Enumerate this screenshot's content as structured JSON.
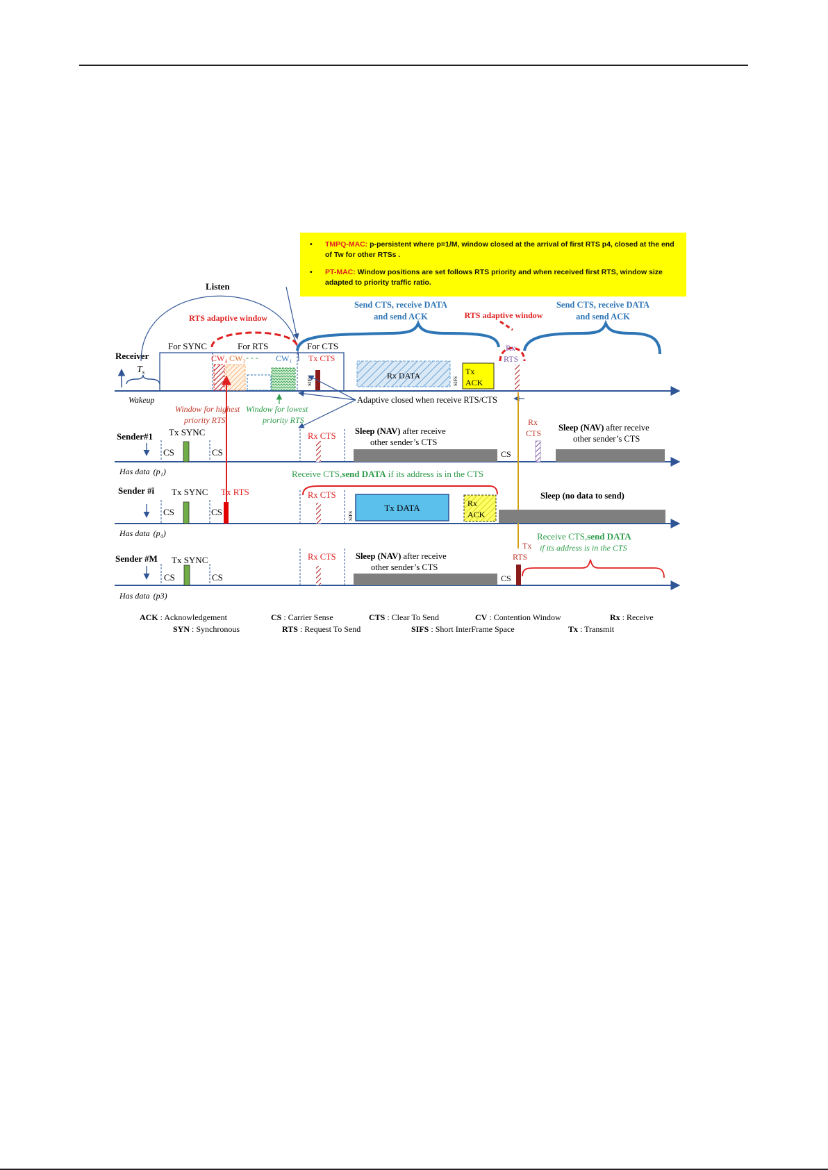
{
  "callout": {
    "bullet": "•",
    "item1_label": "TMPQ-MAC:",
    "item1_text": " p-persistent where  p=1/M, window closed at the arrival of first RTS p4, closed at the end of  Tw for other RTSs .",
    "item2_label": "PT-MAC:",
    "item2_text": " Window positions are set follows RTS priority and when received first RTS, window size adapted to priority traffic ratio."
  },
  "receiver": {
    "label": "Receiver",
    "t_symbol": "T",
    "t_sub": "s",
    "wakeup": "Wakeup",
    "listen": "Listen",
    "rts_adaptive_1": "RTS adaptive window",
    "rts_adaptive_2": "RTS adaptive window",
    "for_sync": "For  SYNC",
    "for_rts": "For  RTS",
    "for_cts": "For  CTS",
    "cw4": "CW₄",
    "cw3": "CW₃",
    "cw_dots": "- - -",
    "cw1": "CW₁",
    "tx_cts": "Tx CTS",
    "rx_data": "Rx DATA",
    "tx_ack_1": "Tx",
    "tx_ack_2": "ACK",
    "sifs": "SIFS",
    "rx_rts_1": "Rx",
    "rx_rts_2": "RTS",
    "send_cts_1a": "Send CTS, receive DATA",
    "send_cts_1b": "and send ACK",
    "send_cts_2a": "Send CTS, receive DATA",
    "send_cts_2b": "and send ACK",
    "win_highest_1": "Window for highest",
    "win_highest_2": "priority RTS",
    "win_lowest_1": "Window for lowest",
    "win_lowest_2": "priority RTS",
    "adaptive_closed": "Adaptive closed when receive RTS/CTS"
  },
  "sender1": {
    "label": "Sender#1",
    "tx_sync": "Tx SYNC",
    "cs": "CS",
    "rx_cts": "Rx CTS",
    "sleep_a": "Sleep (NAV)",
    "sleep_b": " after receive",
    "sleep_c": "other sender’s CTS",
    "rx_cts2_1": "Rx",
    "rx_cts2_2": "CTS",
    "has_data": "Has data",
    "p": "(p₁)"
  },
  "senderi": {
    "label": "Sender #i",
    "tx_sync": "Tx SYNC",
    "tx_rts": "Tx RTS",
    "cs": "CS",
    "rx_cts": "Rx CTS",
    "tx_data": "Tx DATA",
    "rx_ack_1": "Rx",
    "rx_ack_2": "ACK",
    "sleep": "Sleep (no data to send)",
    "recv_a": "Receive CTS,",
    "recv_b": "send DATA",
    "recv_c": " if its address is in the CTS",
    "has_data": "Has data",
    "p": "(p₄)"
  },
  "senderM": {
    "label": "Sender #M",
    "tx_sync": "Tx SYNC",
    "cs": "CS",
    "rx_cts": "Rx CTS",
    "sleep_a": "Sleep (NAV)",
    "sleep_b": " after receive",
    "sleep_c": "other sender’s CTS",
    "tx_rts_1": "Tx",
    "tx_rts_2": "RTS",
    "recv_a": "Receive CTS,",
    "recv_b": "send DATA",
    "recv_c": "if its address is in the CTS",
    "has_data": "Has data",
    "p": "(p3)"
  },
  "legend": {
    "row1": [
      {
        "abbr": "ACK",
        "desc": " : Acknowledgement"
      },
      {
        "abbr": "CS",
        "desc": " : Carrier Sense"
      },
      {
        "abbr": "CTS",
        "desc": " : Clear To Send"
      },
      {
        "abbr": "CV",
        "desc": " : Contention Window"
      },
      {
        "abbr": "Rx",
        "desc": " : Receive"
      }
    ],
    "row2": [
      {
        "abbr": "SYN",
        "desc": " : Synchronous"
      },
      {
        "abbr": "RTS",
        "desc": " : Request To Send"
      },
      {
        "abbr": "SIFS",
        "desc": " : Short InterFrame Space"
      },
      {
        "abbr": "Tx",
        "desc": " : Transmit"
      }
    ]
  },
  "colors": {
    "red": "#e02020",
    "blue": "#2e75b6",
    "green": "#2e9c4a",
    "yellow": "#ffff00",
    "gold": "#d4a017",
    "gray": "#7f7f7f"
  }
}
